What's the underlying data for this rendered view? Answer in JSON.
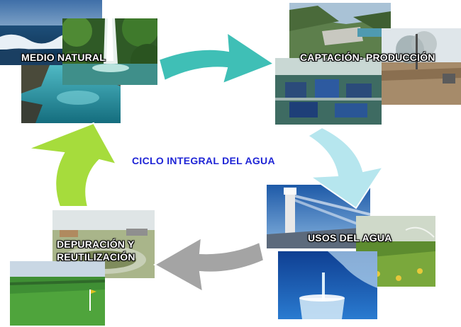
{
  "center_title": "CICLO INTEGRAL DEL AGUA",
  "stages": [
    {
      "label": "MEDIO NATURAL"
    },
    {
      "label": "CAPTACIÓN- PRODUCCIÓN"
    },
    {
      "label": "USOS DEL AGUA"
    },
    {
      "label_line1": "DEPURACIÓN Y",
      "label_line2": "REUTILIZACIÓN"
    }
  ],
  "colors": {
    "title": "#1f25d6",
    "arrow_teal": "#3fbfb6",
    "arrow_light_blue": "#b6e6ee",
    "arrow_gray": "#a4a4a4",
    "arrow_green": "#a6dc3c"
  }
}
